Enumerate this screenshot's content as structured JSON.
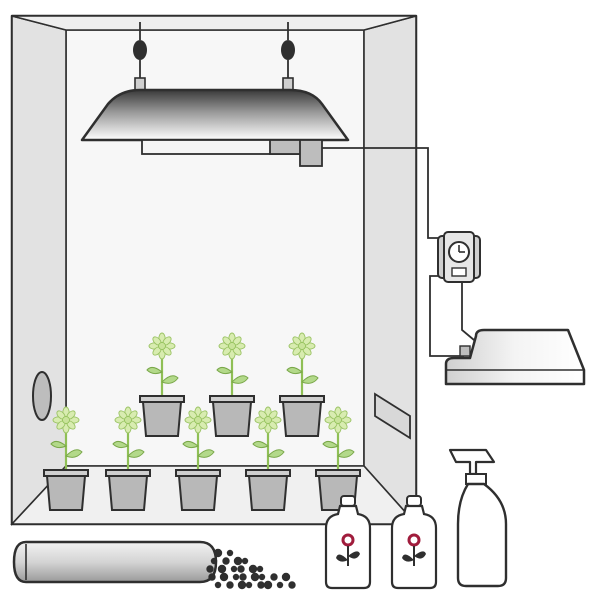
{
  "scene": {
    "description_free": true,
    "colors": {
      "outline": "#2f2f2f",
      "tent_wall": "#e6e6e6",
      "tent_inner": "#f4f4f4",
      "pot": "#b8b8b8",
      "plant_leaf": "#b3d98a",
      "flower": "#d8ecb0",
      "bottle_icon_red": "#a01c3c"
    },
    "icons": [
      "grow-tent-icon",
      "grow-light-reflector-icon",
      "rope-ratchet-hanger-icon",
      "timer-clock-icon",
      "ballast-icon",
      "potted-plant-icon",
      "nutrient-bottle-icon",
      "spray-bottle-icon",
      "grow-media-bag-icon",
      "clay-pebbles-icon"
    ],
    "back_row_pots": 3,
    "front_row_pots": 5,
    "nutrient_bottles": 2
  }
}
